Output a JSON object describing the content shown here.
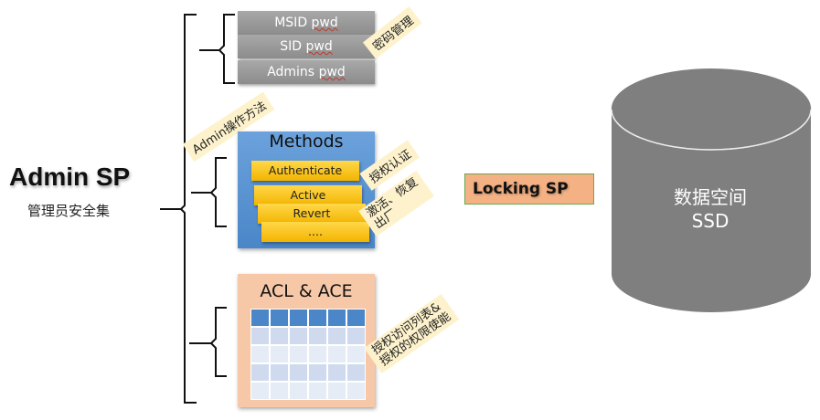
{
  "admin_sp": {
    "title": "Admin SP",
    "subtitle": "管理员安全集"
  },
  "passwords": {
    "items": [
      {
        "prefix": "MSID ",
        "word": "pwd"
      },
      {
        "prefix": "SID ",
        "word": "pwd"
      },
      {
        "prefix": "Admins ",
        "word": "pwd"
      }
    ],
    "note": "密码管理"
  },
  "methods": {
    "title": "Methods",
    "buttons": [
      "Authenticate",
      "Active",
      "Revert",
      "...."
    ],
    "section_note": "Admin操作方法",
    "note_auth": "授权认证",
    "note_activate_line1": "激活、恢复",
    "note_activate_line2": "出厂"
  },
  "acl": {
    "title": "ACL & ACE",
    "note_line1": "授权访问列表&",
    "note_line2": "授权的权限使能",
    "header_color": "#4a86c8",
    "row_colors": [
      "#cfdaee",
      "#e6ecf6"
    ]
  },
  "locking_sp": {
    "label": "Locking SP"
  },
  "ssd": {
    "line1": "数据空间",
    "line2": "SSD",
    "color": "#7f7f7f"
  }
}
